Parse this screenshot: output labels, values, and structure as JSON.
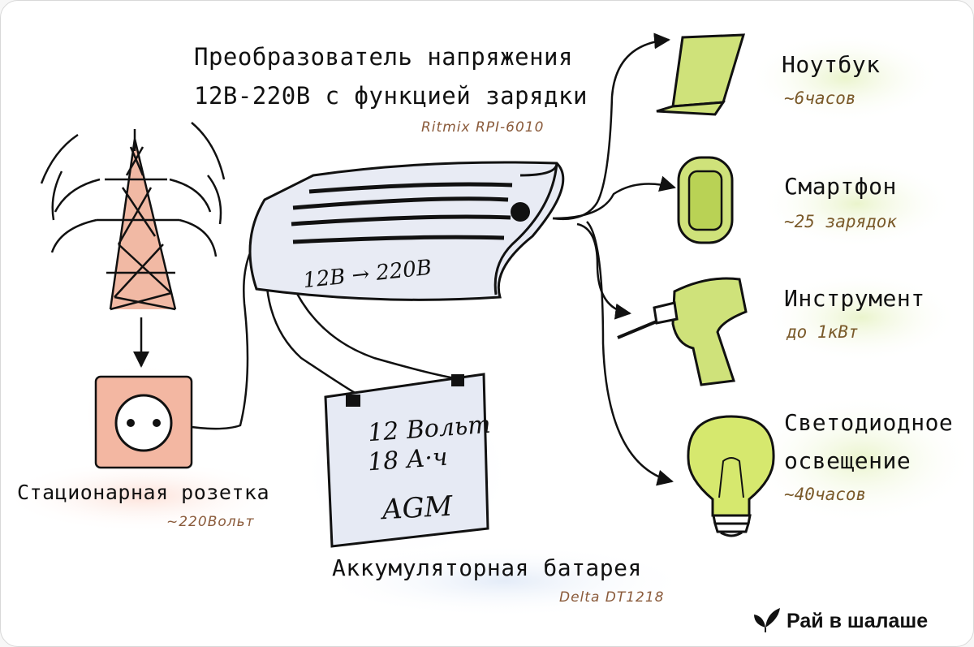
{
  "inverter": {
    "title_line1": "Преобразователь напряжения",
    "title_line2": "12В-220В с функцией зарядки",
    "model": "Ritmix RPI-6010",
    "body_label": "12В → 220В"
  },
  "outlet": {
    "title": "Стационарная розетка",
    "sub": "~220Вольт"
  },
  "battery": {
    "title": "Аккумуляторная батарея",
    "model": "Delta DT1218",
    "label_line1": "12 Вольт",
    "label_line2": "18 А·ч",
    "label_line3": "AGM"
  },
  "devices": [
    {
      "name": "Ноутбук",
      "sub": "~6часов",
      "icon": "laptop-icon"
    },
    {
      "name": "Смартфон",
      "sub": "~25 зарядок",
      "icon": "smartphone-icon"
    },
    {
      "name": "Инструмент",
      "sub": "до 1кВт",
      "icon": "drill-icon"
    },
    {
      "name": "Светодиодное",
      "name2": "освещение",
      "sub": "~40часов",
      "icon": "lightbulb-icon"
    }
  ],
  "brand": {
    "name": "Рай в шалаше",
    "icon": "leaf-icon"
  },
  "colors": {
    "device_sub": "#7a5a2a",
    "model_text": "#8a5a3a",
    "device_fill": "#cfe27a",
    "glow_green": "#eef6d4",
    "glow_pink": "#fbe6e0",
    "glow_blue": "#e8eef8",
    "tower_fill": "#f1b9a4",
    "battery_fill": "#e6eaf4"
  }
}
